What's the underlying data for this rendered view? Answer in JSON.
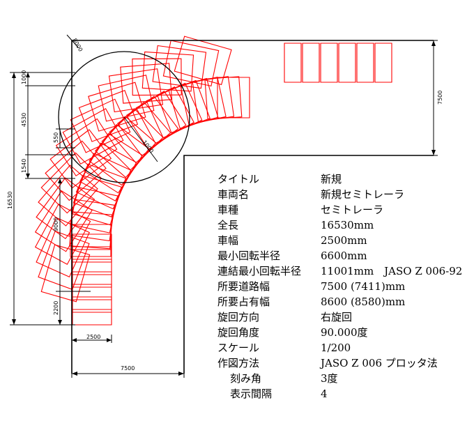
{
  "dimensions": {
    "top_offset": "8000",
    "right_height": "7500",
    "left_total": "16530",
    "seg_a": "1000",
    "seg_b": "4530",
    "seg_c": "1540",
    "seg_d": "9000",
    "seg_e": "2200",
    "small_gap": "550",
    "width_bottom": "2500",
    "road_bottom": "7500",
    "diag": "1000"
  },
  "spec": [
    {
      "key": "タイトル",
      "value": "新規"
    },
    {
      "key": "車両名",
      "value": "新規セミトレーラ"
    },
    {
      "key": "車種",
      "value": "セミトレーラ"
    },
    {
      "key": "全長",
      "value": "16530mm"
    },
    {
      "key": "車幅",
      "value": "2500mm"
    },
    {
      "key": "最小回転半径",
      "value": "6600mm"
    },
    {
      "key": "連結最小回転半径",
      "value": "11001mm　JASO Z 006-92"
    },
    {
      "key": "所要道路幅",
      "value": "7500 (7411)mm"
    },
    {
      "key": "所要占有幅",
      "value": "8600 (8580)mm"
    },
    {
      "key": "旋回方向",
      "value": "右旋回"
    },
    {
      "key": "旋回角度",
      "value": "90.000度"
    },
    {
      "key": "スケール",
      "value": "1/200"
    },
    {
      "key": "作図方法",
      "value": "JASO Z 006 プロッタ法"
    },
    {
      "key": "刻み角",
      "value": "3度",
      "sub": true
    },
    {
      "key": "表示間隔",
      "value": "4",
      "sub": true
    }
  ],
  "colors": {
    "trace": "#ff0000",
    "line": "#000000"
  }
}
